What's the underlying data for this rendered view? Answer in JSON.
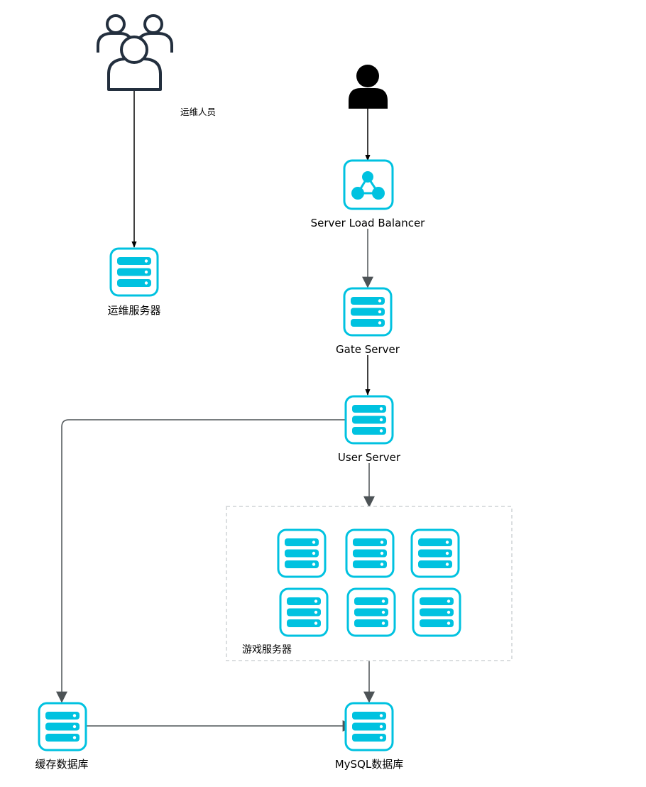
{
  "colors": {
    "server_fill": "#00c2e0",
    "server_frame": "#00c2e0",
    "connector_dark": "#000000",
    "connector_gray": "#4d5356",
    "ops_icon_stroke": "#232f3e",
    "group_border": "#cfd4d6"
  },
  "nodes": {
    "ops_staff": {
      "label": "运维人员",
      "icon": "users-outline-icon"
    },
    "end_user": {
      "icon": "user-solid-icon"
    },
    "slb": {
      "label": "Server Load Balancer",
      "icon": "load-balancer-icon"
    },
    "ops_server": {
      "label": "运维服务器",
      "icon": "server-icon"
    },
    "gate_server": {
      "label": "Gate Server",
      "icon": "server-icon"
    },
    "user_server": {
      "label": "User Server",
      "icon": "server-icon"
    },
    "game_servers": {
      "label": "游戏服务器",
      "count": 6,
      "icon": "server-icon"
    },
    "cache_db": {
      "label": "缓存数据库",
      "icon": "server-icon"
    },
    "mysql_db": {
      "label": "MySQL数据库",
      "icon": "server-icon"
    }
  },
  "edges": [
    {
      "from": "ops_staff",
      "to": "ops_server"
    },
    {
      "from": "end_user",
      "to": "slb"
    },
    {
      "from": "slb",
      "to": "gate_server"
    },
    {
      "from": "gate_server",
      "to": "user_server"
    },
    {
      "from": "user_server",
      "to": "game_servers"
    },
    {
      "from": "user_server",
      "to": "cache_db"
    },
    {
      "from": "game_servers",
      "to": "mysql_db"
    },
    {
      "from": "cache_db",
      "to": "mysql_db"
    }
  ]
}
